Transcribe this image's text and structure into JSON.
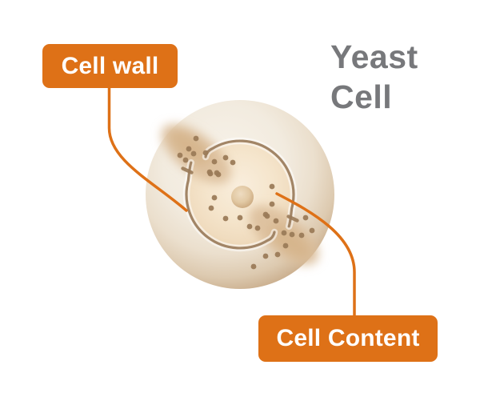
{
  "diagram_title": {
    "line1": "Yeast",
    "line2": "Cell"
  },
  "callouts": {
    "cell_wall": {
      "label": "Cell wall"
    },
    "cell_content": {
      "label": "Cell Content"
    }
  },
  "colors": {
    "accent_orange": "#de7117",
    "title_gray": "#77787b",
    "label_text": "#ffffff",
    "background": "#ffffff",
    "cell_wall_beige": "#ecdfcc",
    "cell_rim_tan": "#bea07c",
    "cell_content_peach": "#f5e5cc",
    "membrane_brown": "#a28566",
    "granule_brown": "#9b7b58",
    "nucleus_tan": "#e2c9a4"
  },
  "illustration": {
    "name": "yeast-cell",
    "labeled_parts": [
      "cell wall",
      "cell content"
    ]
  }
}
